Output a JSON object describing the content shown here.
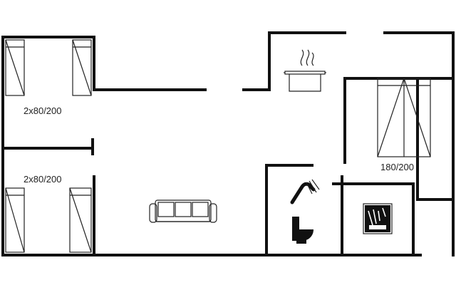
{
  "rooms": {
    "bedroom_top": {
      "bed_label": "2x80/200"
    },
    "bedroom_bottom": {
      "bed_label": "2x80/200"
    },
    "bedroom_right": {
      "bed_label": "180/200"
    }
  },
  "icons": {
    "kitchen": "cooking-pot-icon",
    "living": "sofa-icon",
    "bathroom_shower": "shower-icon",
    "bathroom_toilet": "toilet-icon",
    "utility": "washing-machine-icon"
  },
  "colors": {
    "walls": "#111111",
    "lines": "#222222",
    "background": "#ffffff"
  }
}
